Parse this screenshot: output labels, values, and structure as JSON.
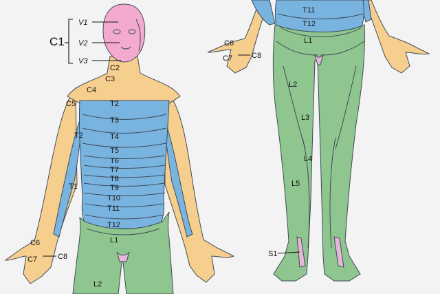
{
  "colors": {
    "background": "#f3f3f3",
    "trigeminal": "#f4a9cf",
    "cervical": "#f6cf8e",
    "thoracic": "#79b4e0",
    "lumbar": "#8fc58e",
    "sacral": "#e3b7d6",
    "outline": "#3f4a57"
  },
  "front": {
    "brace_label": "C1",
    "face": [
      "V1",
      "V2",
      "V3"
    ],
    "neck": [
      "C2",
      "C3",
      "C4"
    ],
    "shoulder": "C5",
    "trunk": [
      "T2",
      "T3",
      "T4",
      "T5",
      "T6",
      "T7",
      "T8",
      "T9",
      "T10",
      "T11",
      "T12"
    ],
    "arm": [
      "T2",
      "T1"
    ],
    "hand": [
      "C6",
      "C7",
      "C8"
    ],
    "lower": [
      "L1",
      "L2"
    ]
  },
  "back": {
    "trunk": [
      "T11",
      "T12",
      "L1"
    ],
    "hand": [
      "C6",
      "C7",
      "C8"
    ],
    "leg": [
      "L2",
      "L3",
      "L4",
      "L5",
      "S1"
    ]
  }
}
